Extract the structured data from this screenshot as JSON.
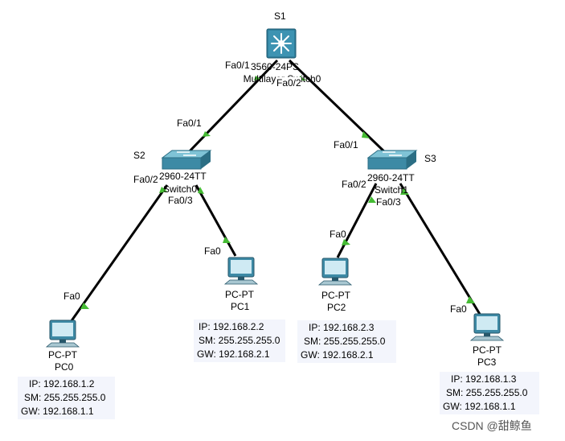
{
  "devices": {
    "s1": {
      "name": "S1",
      "model_line1": "3560-24PS",
      "model_line2": "Multilayer Switch0"
    },
    "s2": {
      "name": "S2",
      "model_line1": "2960-24TT",
      "model_line2": "Switch0"
    },
    "s3": {
      "name": "S3",
      "model_line1": "2960-24TT",
      "model_line2": "Switch1"
    },
    "pc0": {
      "type": "PC-PT",
      "name": "PC0",
      "ip": "IP: 192.168.1.2",
      "sm": "SM: 255.255.255.0",
      "gw": "GW: 192.168.1.1"
    },
    "pc1": {
      "type": "PC-PT",
      "name": "PC1",
      "ip": "IP: 192.168.2.2",
      "sm": "SM: 255.255.255.0",
      "gw": "GW: 192.168.2.1"
    },
    "pc2": {
      "type": "PC-PT",
      "name": "PC2",
      "ip": "IP: 192.168.2.3",
      "sm": "SM: 255.255.255.0",
      "gw": "GW: 192.168.2.1"
    },
    "pc3": {
      "type": "PC-PT",
      "name": "PC3",
      "ip": "IP: 192.168.1.3",
      "sm": "SM: 255.255.255.0",
      "gw": "GW: 192.168.1.1"
    }
  },
  "ports": {
    "s1_left": "Fa0/1",
    "s1_right": "Fa0/2",
    "s2_up": "Fa0/1",
    "s2_left": "Fa0/2",
    "s2_right": "Fa0/3",
    "s3_up": "Fa0/1",
    "s3_left": "Fa0/2",
    "s3_right": "Fa0/3",
    "pc0": "Fa0",
    "pc1": "Fa0",
    "pc2": "Fa0",
    "pc3": "Fa0"
  },
  "watermark": "CSDN @甜鲸鱼",
  "colors": {
    "link": "#000000",
    "link_light": "#44bb33",
    "device": "#3d8aa5",
    "info_bg": "#f3f5fc"
  }
}
